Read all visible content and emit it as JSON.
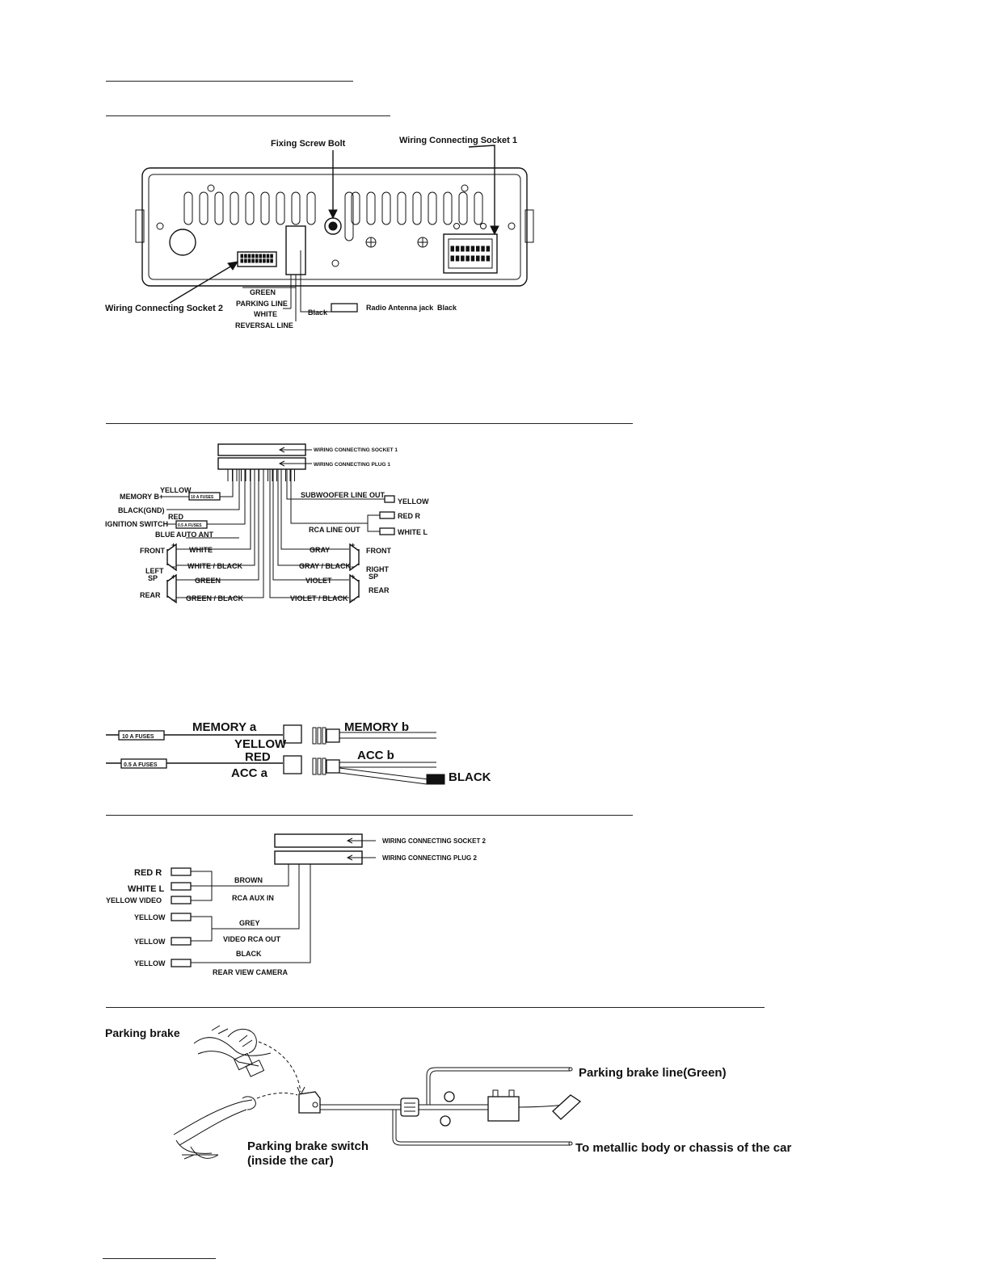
{
  "rear_panel": {
    "fixing_screw_bolt": "Fixing Screw Bolt",
    "socket1": "Wiring Connecting Socket 1",
    "socket2": "Wiring Connecting Socket 2",
    "green": "GREEN",
    "parking_line": "PARKING LINE",
    "white": "WHITE",
    "reversal_line": "REVERSAL LINE",
    "black": "Black",
    "radio_antenna_jack": "Radio Antenna jack",
    "black2": "Black"
  },
  "plug1": {
    "socket1": "WIRING CONNECTING SOCKET 1",
    "plug1": "WIRING CONNECTING PLUG 1",
    "yellow": "YELLOW",
    "memory": "MEMORY B+",
    "fuse10": "10 A FUSES",
    "black_gnd": "BLACK(GND)",
    "red": "RED",
    "ignition": "IGNITION SWITCH",
    "fuse05": "0.5 A FUSES",
    "blue": "BLUE",
    "auto_ant": "AUTO ANT",
    "front_l": "FRONT",
    "white": "WHITE",
    "white_black": "WHITE / BLACK",
    "left_sp_1": "LEFT",
    "left_sp_2": "SP",
    "green": "GREEN",
    "green_black": "GREEN / BLACK",
    "rear_l": "REAR",
    "sub_out": "SUBWOOFER LINE OUT",
    "sub_yellow": "YELLOW",
    "red_r": "RED R",
    "rca_line_out": "RCA LINE OUT",
    "white_l": "WHITE  L",
    "gray": "GRAY",
    "front_r": "FRONT",
    "gray_black": "GRAY / BLACK",
    "right_sp_1": "RIGHT",
    "right_sp_2": "SP",
    "violet": "VIOLET",
    "violet_black": "VIOLET / BLACK",
    "rear_r": "REAR",
    "plus": "+",
    "minus": "−"
  },
  "memory_acc": {
    "fuse10": "10 A FUSES",
    "memory_a": "MEMORY  a",
    "yellow": "YELLOW",
    "memory_b": "MEMORY  b",
    "fuse05": "0.5 A FUSES",
    "red": "RED",
    "acc_a": "ACC a",
    "acc_b": "ACC b",
    "black": "BLACK"
  },
  "plug2": {
    "socket2": "WIRING CONNECTING SOCKET 2",
    "plug2": "WIRING CONNECTING PLUG 2",
    "red_r": "RED  R",
    "white_l": "WHITE  L",
    "yellow_video": "YELLOW VIDEO",
    "brown": "BROWN",
    "rca_aux_in": "RCA AUX IN",
    "yellow1": "YELLOW",
    "grey": "GREY",
    "yellow2": "YELLOW",
    "video_rca_out": "VIDEO RCA OUT",
    "black": "BLACK",
    "yellow3": "YELLOW",
    "rear_view_camera": "REAR VIEW CAMERA"
  },
  "parking": {
    "parking_brake": "Parking brake",
    "brake_line": "Parking brake line(Green)",
    "switch_1": "Parking brake switch",
    "switch_2": "(inside the car)",
    "chassis": "To metallic body or chassis of the car"
  }
}
